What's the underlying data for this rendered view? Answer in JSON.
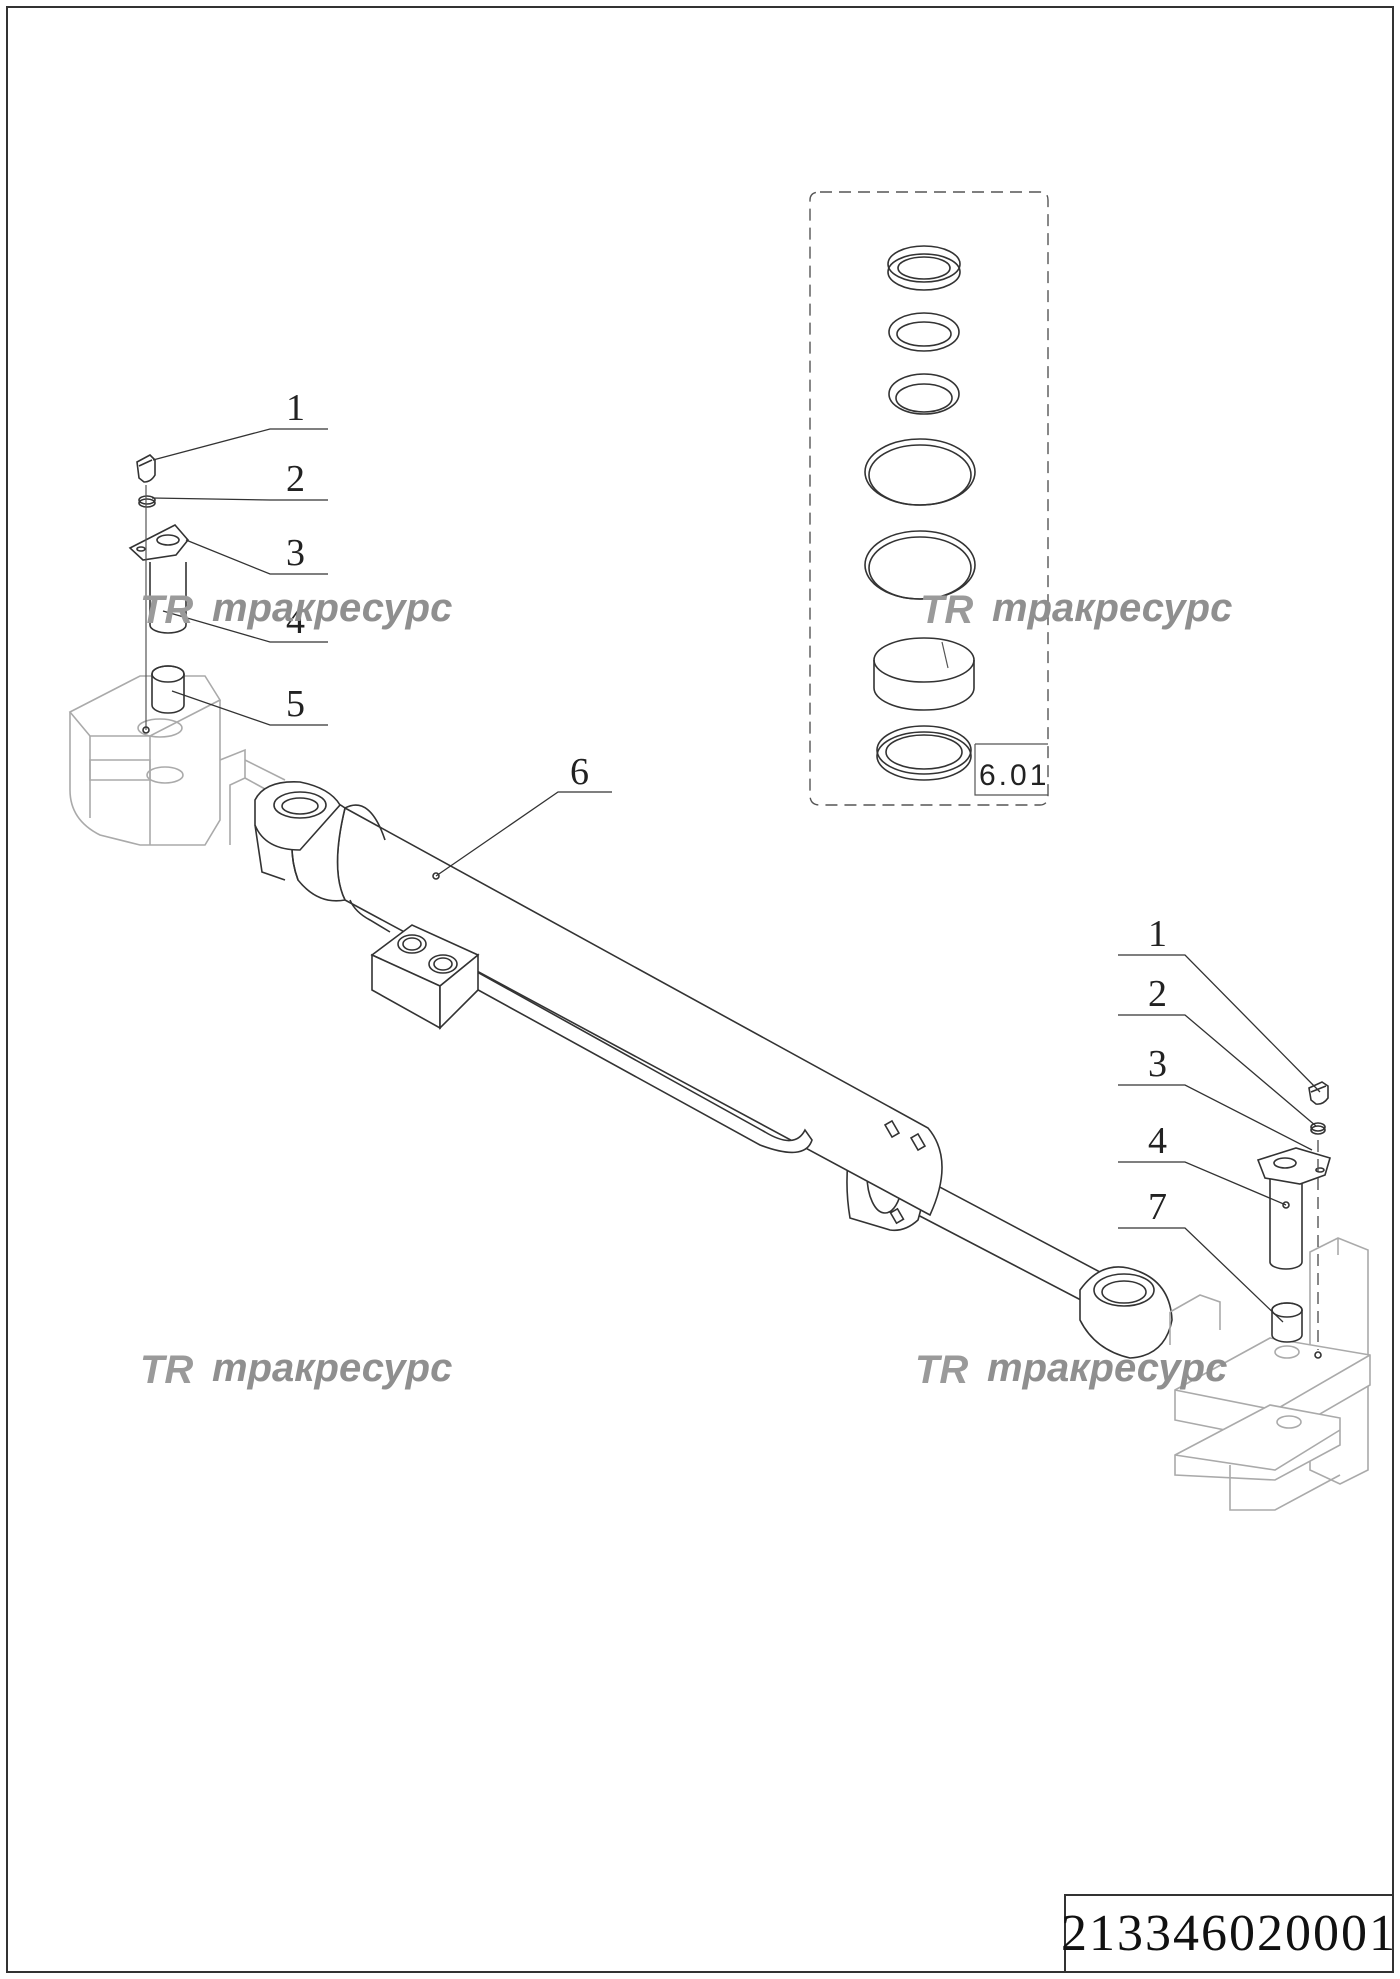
{
  "drawing": {
    "number": "213346020001",
    "kit_label": "6.01"
  },
  "callouts": {
    "left": [
      "1",
      "2",
      "3",
      "4",
      "5"
    ],
    "cylinder": "6",
    "right": [
      "1",
      "2",
      "3",
      "4",
      "7"
    ]
  },
  "watermark": {
    "logo": "TR",
    "text": "тракресурс"
  },
  "colors": {
    "line": "#333333",
    "ghost_line": "#aaaaaa",
    "watermark": "#8f8f8f"
  }
}
